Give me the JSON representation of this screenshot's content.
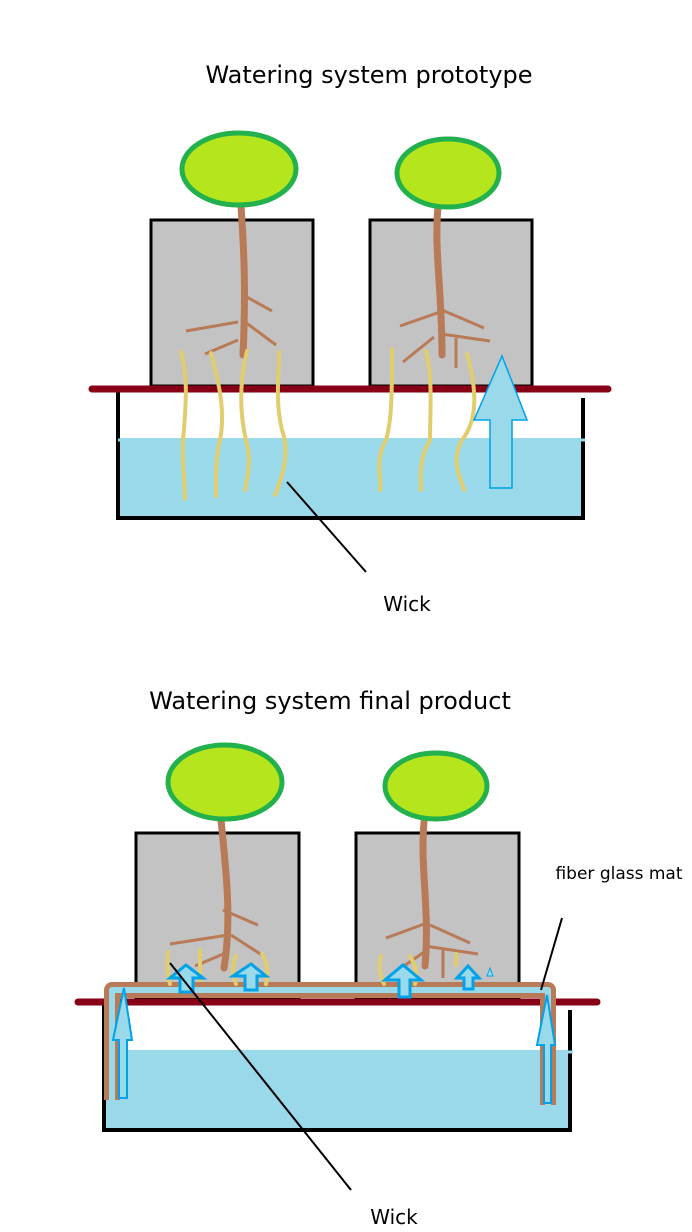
{
  "diagrams": [
    {
      "title": "Watering system prototype",
      "labels": {
        "wick": "Wick"
      }
    },
    {
      "title": "Watering system final product",
      "labels": {
        "wick": "Wick",
        "mat": "fiber glass mat"
      }
    }
  ],
  "colors": {
    "leaf_fill": "#b5e61d",
    "leaf_stroke": "#22b14c",
    "stem": "#b97a57",
    "pot": "#c3c3c3",
    "shelf": "#880015",
    "water": "#99d9ea",
    "wick": "#e1cd6e",
    "arrow_stroke": "#00a2e8",
    "mat": "#b97a57"
  }
}
